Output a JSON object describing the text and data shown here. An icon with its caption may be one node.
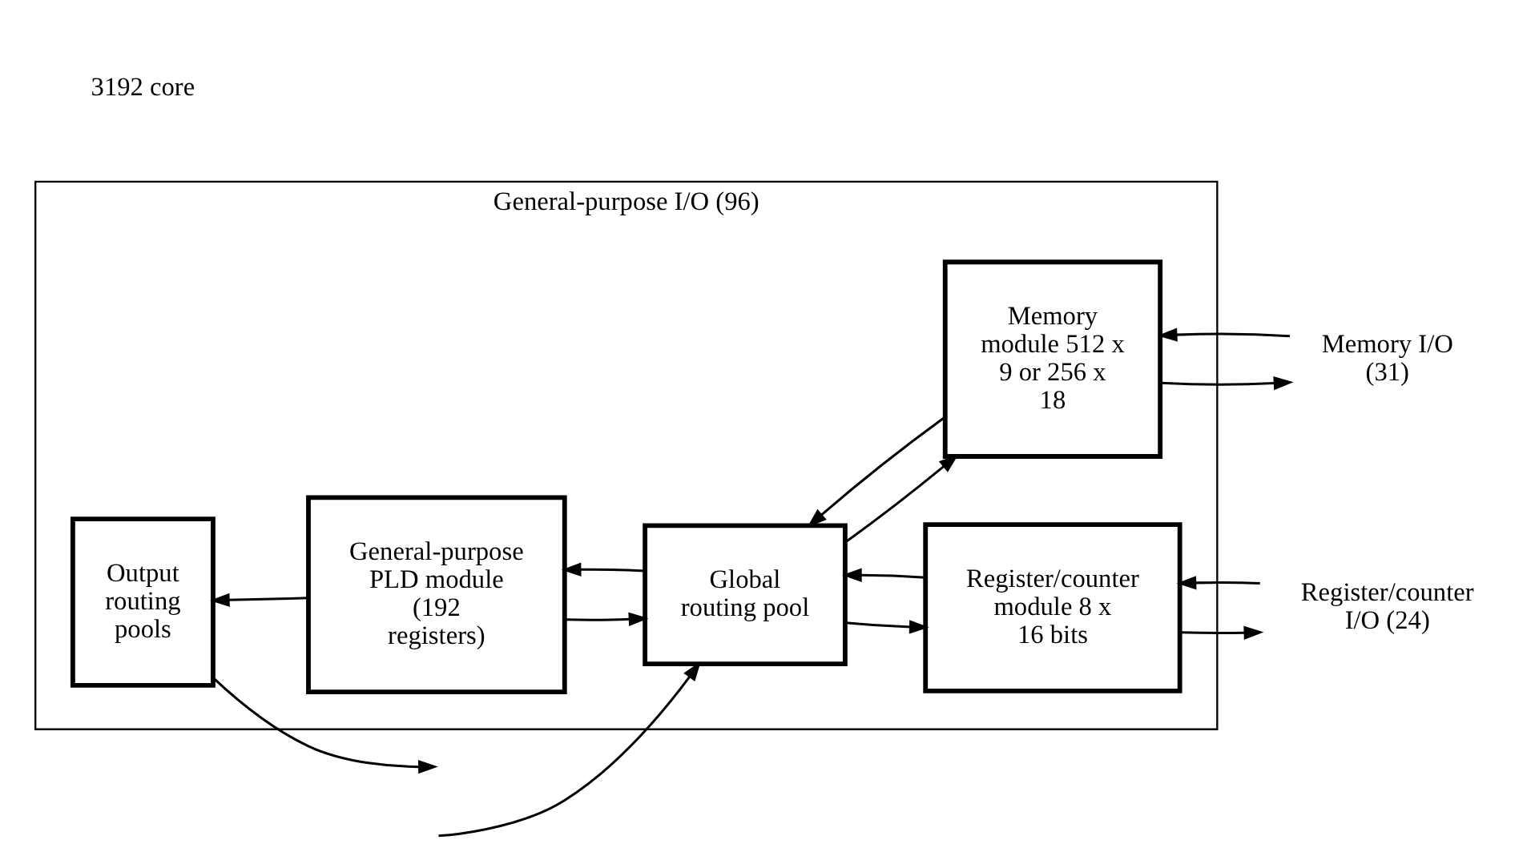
{
  "diagram": {
    "nodes": [
      {
        "text": [
          "General-purpose I/O (96)"
        ]
      },
      {
        "text": [
          "Output routing pools"
        ],
        "in": 0
      },
      {
        "text": [
          "General-purpose PLD module (192 registers)"
        ],
        "in": 0
      },
      {
        "text": [
          "Global routing pool"
        ],
        "in": 0
      },
      {
        "text": [
          "Memory module 512 x 9 or 256 x 18"
        ],
        "in": 0
      },
      {
        "text": [
          "Register/counter module 8 x 16 bits"
        ],
        "in": 0
      },
      {
        "text": [
          "Memory I/O (31)"
        ]
      },
      {
        "text": [
          "Register/counter I/O (24)"
        ]
      }
    ],
    "edges": [
      {
        "from": 1,
        "to": null,
        "arrow": "to"
      },
      {
        "from": null,
        "to": 3,
        "arrow": "to"
      },
      {
        "from": 2,
        "to": 1,
        "arrow": "to"
      },
      {
        "from": 2,
        "to": 3,
        "arrow": "to"
      },
      {
        "from": 3,
        "to": 2,
        "arrow": "to"
      },
      {
        "from": 3,
        "to": 4,
        "arrow": "to"
      },
      {
        "from": 4,
        "to": 3,
        "arrow": "to"
      },
      {
        "from": 3,
        "to": 5,
        "arrow": "to"
      },
      {
        "from": 5,
        "to": 3,
        "arrow": "to"
      },
      {
        "from": 4,
        "to": 6,
        "arrow": "to"
      },
      {
        "from": 6,
        "to": 4,
        "arrow": "to"
      },
      {
        "from": 5,
        "to": 7,
        "arrow": "to"
      },
      {
        "from": 7,
        "to": 5,
        "arrow": "to"
      }
    ],
    "labels": [
      "3192 core"
    ]
  }
}
